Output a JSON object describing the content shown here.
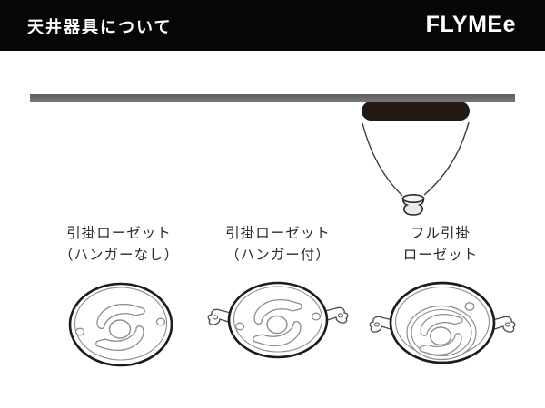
{
  "header": {
    "title": "天井器具について",
    "logo": "FLYMEe"
  },
  "figures": [
    {
      "label_line1": "引掛ローゼット",
      "label_line2": "（ハンガーなし）"
    },
    {
      "label_line1": "引掛ローゼット",
      "label_line2": "（ハンガー付）"
    },
    {
      "label_line1": "フル引掛",
      "label_line2": "ローゼット"
    }
  ],
  "colors": {
    "header_bg": "#060606",
    "header_text": "#ffffff",
    "ceiling_bar": "#6f6f6f",
    "canopy": "#231815",
    "outline_dark": "#1c1c1c",
    "outline_light": "#8c8c8c",
    "background": "#ffffff"
  }
}
